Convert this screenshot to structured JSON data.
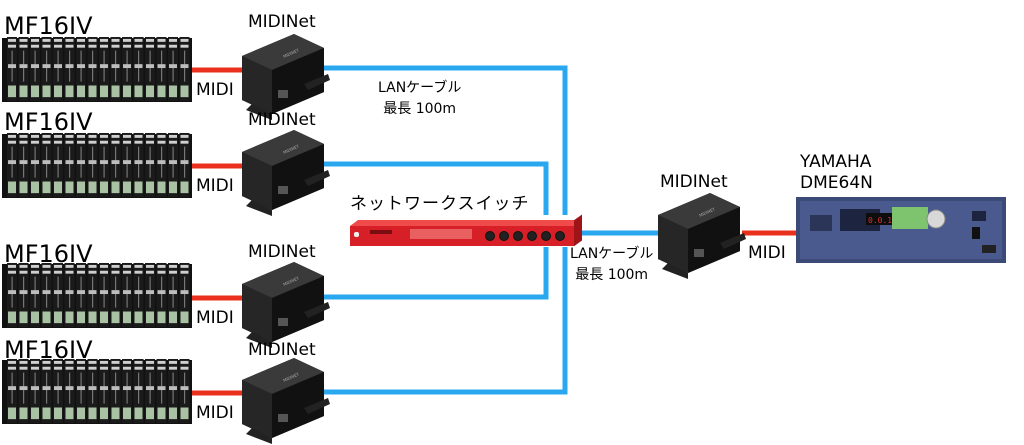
{
  "consoles": [
    {
      "model": "MF16IV",
      "cable": "MIDI",
      "interface": "MIDINet"
    },
    {
      "model": "MF16IV",
      "cable": "MIDI",
      "interface": "MIDINet"
    },
    {
      "model": "MF16IV",
      "cable": "MIDI",
      "interface": "MIDINet"
    },
    {
      "model": "MF16IV",
      "cable": "MIDI",
      "interface": "MIDINet"
    }
  ],
  "lan_top": {
    "line1": "LANケーブル",
    "line2": "最長 100m"
  },
  "lan_bottom": {
    "line1": "LANケーブル",
    "line2": "最長 100m"
  },
  "switch": {
    "label": "ネットワークスイッチ"
  },
  "right_midinet": {
    "label": "MIDINet"
  },
  "right_midi": {
    "label": "MIDI"
  },
  "dme": {
    "brand": "YAMAHA",
    "model": "DME64N",
    "display": "0.0.1"
  },
  "colors": {
    "lan": "#29a8f0",
    "midi": "#e8301c",
    "switch": "#d61f26",
    "dme": "#3c4a78"
  }
}
